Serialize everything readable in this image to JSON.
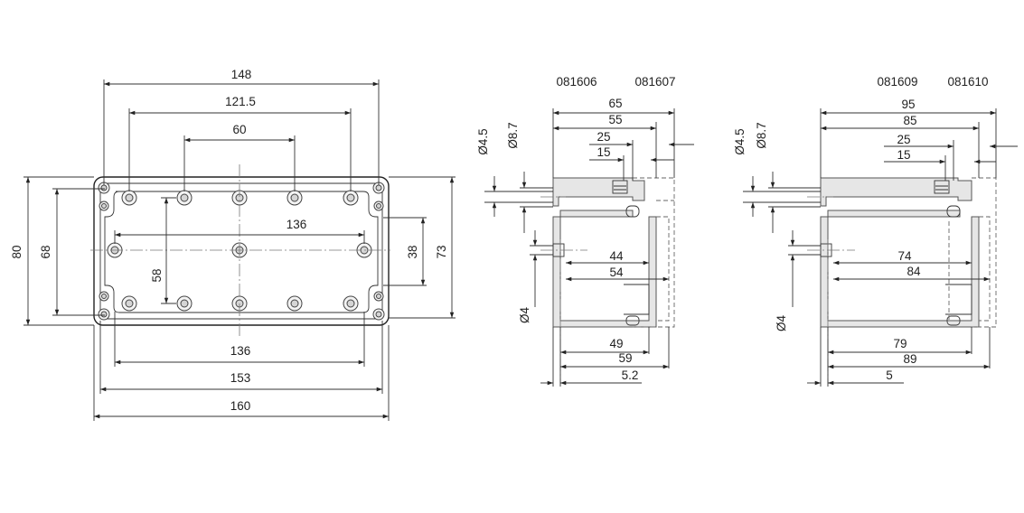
{
  "front_view": {
    "dims": {
      "d148": "148",
      "d121_5": "121.5",
      "d60": "60",
      "d136_top": "136",
      "d58": "58",
      "d38": "38",
      "d73": "73",
      "d80": "80",
      "d68": "68",
      "d136_bottom": "136",
      "d153": "153",
      "d160": "160"
    }
  },
  "side_view_1": {
    "codes": [
      "081606",
      "081607"
    ],
    "dims": {
      "d65": "65",
      "d55": "55",
      "d25": "25",
      "d15": "15",
      "dia4_5": "Ø4.5",
      "dia8_7": "Ø8.7",
      "dia4": "Ø4",
      "d44": "44",
      "d54": "54",
      "d49": "49",
      "d59": "59",
      "d5_2": "5.2"
    }
  },
  "side_view_2": {
    "codes": [
      "081609",
      "081610"
    ],
    "dims": {
      "d95": "95",
      "d85": "85",
      "d25": "25",
      "d15": "15",
      "dia4_5": "Ø4.5",
      "dia8_7": "Ø8.7",
      "dia4": "Ø4",
      "d74": "74",
      "d84": "84",
      "d79": "79",
      "d89": "89",
      "d5": "5"
    }
  }
}
